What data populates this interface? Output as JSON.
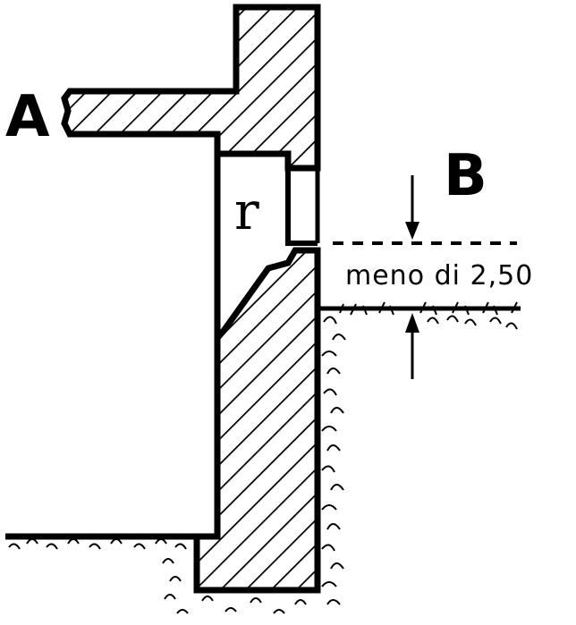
{
  "labels": {
    "side_a": "A",
    "side_b": "B",
    "window_recess": "r",
    "dimension": "meno di 2,50"
  },
  "colors": {
    "ink": "#000000",
    "paper": "#ffffff"
  }
}
